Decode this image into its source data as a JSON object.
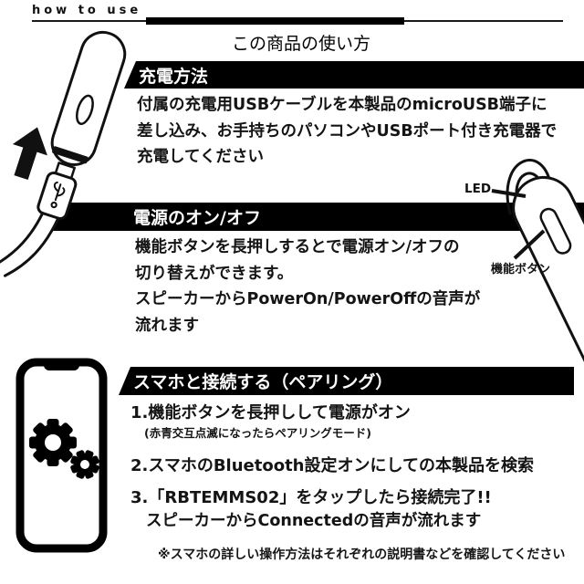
{
  "page": {
    "eyebrow": "how to use",
    "title": "この商品の使い方"
  },
  "sections": [
    {
      "banner": "充電方法",
      "lines": [
        "付属の充電用USBケーブルを本製品のmicroUSB端子に",
        "差し込み、お手持ちのパソコンやUSBポート付き充電器で",
        "充電してください"
      ]
    },
    {
      "banner": "電源のオン/オフ",
      "lines": [
        "機能ボタンを長押しするとで電源オン/オフの",
        "切り替えができます。",
        "スピーカーからPowerOn/PowerOffの音声が",
        "流れます"
      ]
    },
    {
      "banner": "スマホと接続する（ペアリング）",
      "steps": [
        {
          "text": "1.機能ボタンを長押しして電源がオン",
          "note": "(赤青交互点滅になったらペアリングモード)"
        },
        {
          "text": "2.スマホのBluetooth設定オンにしての本製品を検索",
          "note": ""
        },
        {
          "text": "3.「RBTEMMS02」をタップしたら接続完了!!",
          "note": "スピーカーからConnectedの音声が流れます"
        }
      ]
    }
  ],
  "callouts": {
    "led": "LED",
    "function_button": "機能ボタン"
  },
  "footnote": "※スマホの詳しい操作方法はそれぞれの説明書などを確認してください",
  "illustrations": {
    "charging": "earbud-body-with-microusb-cable-and-up-arrow",
    "earbud": "ear-hook-earbud-with-led-and-function-button",
    "smartphone": "smartphone-outline-with-gears"
  },
  "colors": {
    "background": "#ffffff",
    "ink": "#111111",
    "banner_bg": "#000000",
    "banner_text": "#ffffff"
  }
}
